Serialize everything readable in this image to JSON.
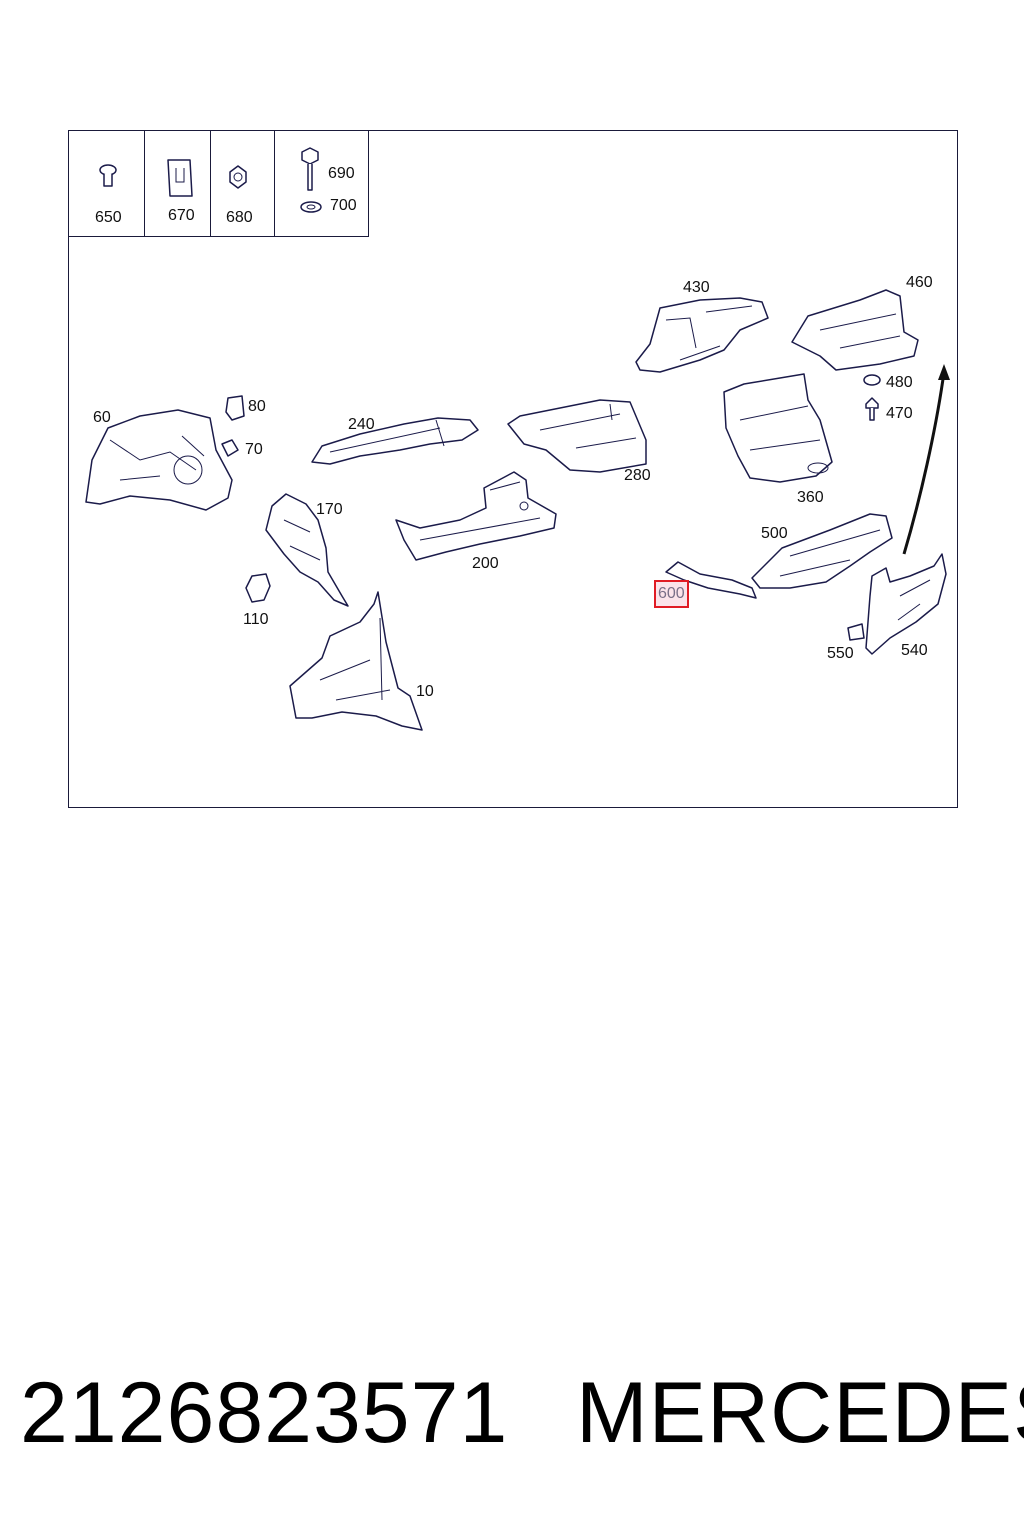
{
  "legend": [
    {
      "id": "650",
      "icon": "push-rivet-icon"
    },
    {
      "id": "670",
      "icon": "clip-nut-icon"
    },
    {
      "id": "680",
      "icon": "hex-nut-icon"
    },
    {
      "id": "690",
      "icon": "hex-bolt-icon"
    },
    {
      "id": "700",
      "icon": "washer-icon"
    }
  ],
  "callouts": {
    "c10": "10",
    "c60": "60",
    "c70": "70",
    "c80": "80",
    "c110": "110",
    "c170": "170",
    "c200": "200",
    "c240": "240",
    "c280": "280",
    "c360": "360",
    "c430": "430",
    "c460": "460",
    "c470": "470",
    "c480": "480",
    "c500": "500",
    "c540": "540",
    "c550": "550",
    "c600": "600"
  },
  "highlight": {
    "callout": "600",
    "border_color": "#e01b24",
    "fill_color": "#fbe3ea"
  },
  "footer": {
    "part_number": "2126823571",
    "brand": "MERCEDES"
  }
}
